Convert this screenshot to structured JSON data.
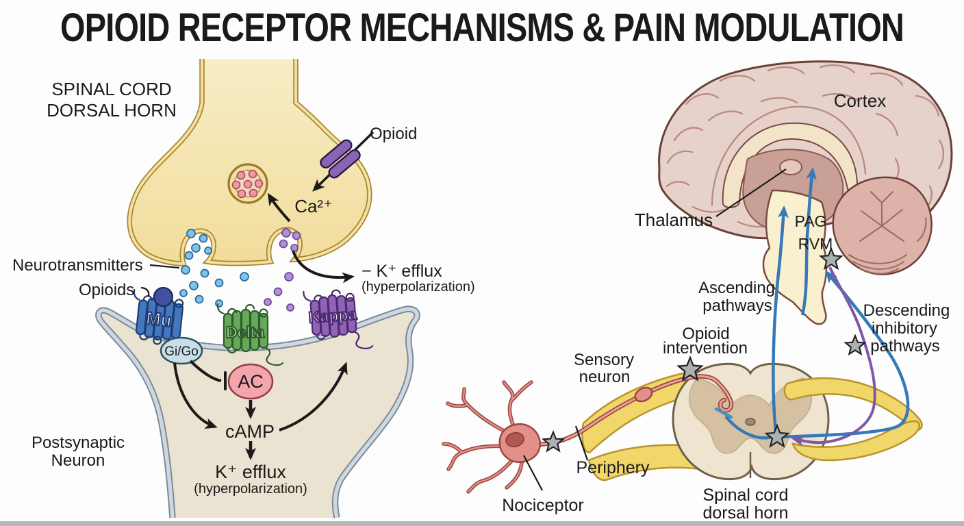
{
  "title": "OPIOID RECEPTOR MECHANISMS & PAIN MODULATION",
  "synapse_panel": {
    "region_label": {
      "line1": "SPINAL CORD",
      "line2": "DORSAL HORN"
    },
    "opioid_label": "Opioid",
    "calcium_label": "Ca²⁺",
    "neurotransmitters_label": "Neurotransmitters",
    "opioids_label": "Opioids",
    "k_efflux_side": {
      "line1": "− K⁺ efflux",
      "line2": "(hyperpolarization)"
    },
    "receptors": {
      "mu": "Mu",
      "delta": "Delta",
      "kappa": "Kappa"
    },
    "g_protein_label": "Gi/Go",
    "adenylyl_cyclase_label": "AC",
    "camp_label": "cAMP",
    "k_efflux_bottom": {
      "line1": "K⁺ efflux",
      "line2": "(hyperpolarization)"
    },
    "postsynaptic_label": {
      "line1": "Postsynaptic",
      "line2": "Neuron"
    }
  },
  "pathway_panel": {
    "cortex_label": "Cortex",
    "thalamus_label": "Thalamus",
    "pag_label": "PAG",
    "rvm_label": "RVM",
    "ascending_label": {
      "line1": "Ascending",
      "line2": "pathways"
    },
    "descending_label": {
      "line1": "Descending",
      "line2": "inhibitory",
      "line3": "pathways"
    },
    "opioid_intervention_label": {
      "line1": "Opioid",
      "line2": "intervention"
    },
    "sensory_neuron_label": {
      "line1": "Sensory",
      "line2": "neuron"
    },
    "periphery_label": "Periphery",
    "nociceptor_label": "Nociceptor",
    "spinal_cord_label": {
      "line1": "Spinal cord",
      "line2": "dorsal horn"
    }
  },
  "colors": {
    "presynaptic_terminal": "#f3e0a4",
    "presynaptic_outline": "#a8862e",
    "postsynaptic_cell": "#ebe3d1",
    "membrane_band": "#cfd8e0",
    "membrane_edge": "#7b8a98",
    "mu_receptor": "#4577be",
    "delta_receptor": "#68a85a",
    "kappa_receptor": "#9263b5",
    "opioid_ligand": "#3f51a0",
    "opioid_membrane_receptor": "#8a63b5",
    "g_protein": "#c8dfe8",
    "adenylyl_cyclase": "#f2a5ad",
    "neurotransmitter_dots": "#7ec3e8",
    "opioid_dots": "#b48fd4",
    "vesicle_dots": "#ef9aa2",
    "ascending_pathway": "#3579b8",
    "descending_pathway": "#7e57a8",
    "intervention_star": "#aab1af",
    "nerve_yellow": "#f1d669",
    "nociceptor_red": "#e29089",
    "brain_cortex": "#e7d2cb",
    "brainstem": "#f8f0cf",
    "spinal_cord": "#efe4d0",
    "gray_matter": "#d5c1a2"
  }
}
